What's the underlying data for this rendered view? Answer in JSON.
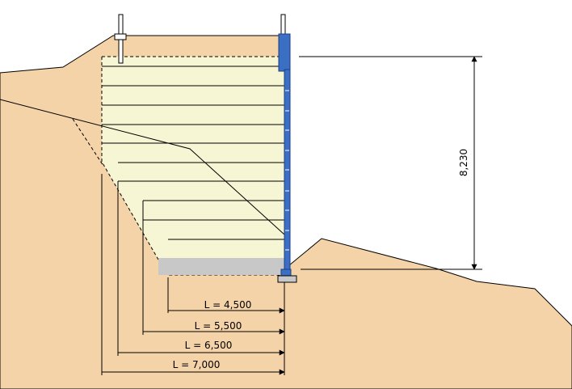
{
  "colors": {
    "soil": "#f5d3a8",
    "reinforced_zone": "#f7f6d4",
    "base_pad": "#c8c8c8",
    "facing": "#3b6fc4",
    "facing_dark": "#1c3f84",
    "line": "#000000"
  },
  "height_dimension": {
    "label": "8,230"
  },
  "length_dimensions": [
    {
      "label": "L = 4,500"
    },
    {
      "label": "L = 5,500"
    },
    {
      "label": "L = 6,500"
    },
    {
      "label": "L = 7,000"
    }
  ]
}
